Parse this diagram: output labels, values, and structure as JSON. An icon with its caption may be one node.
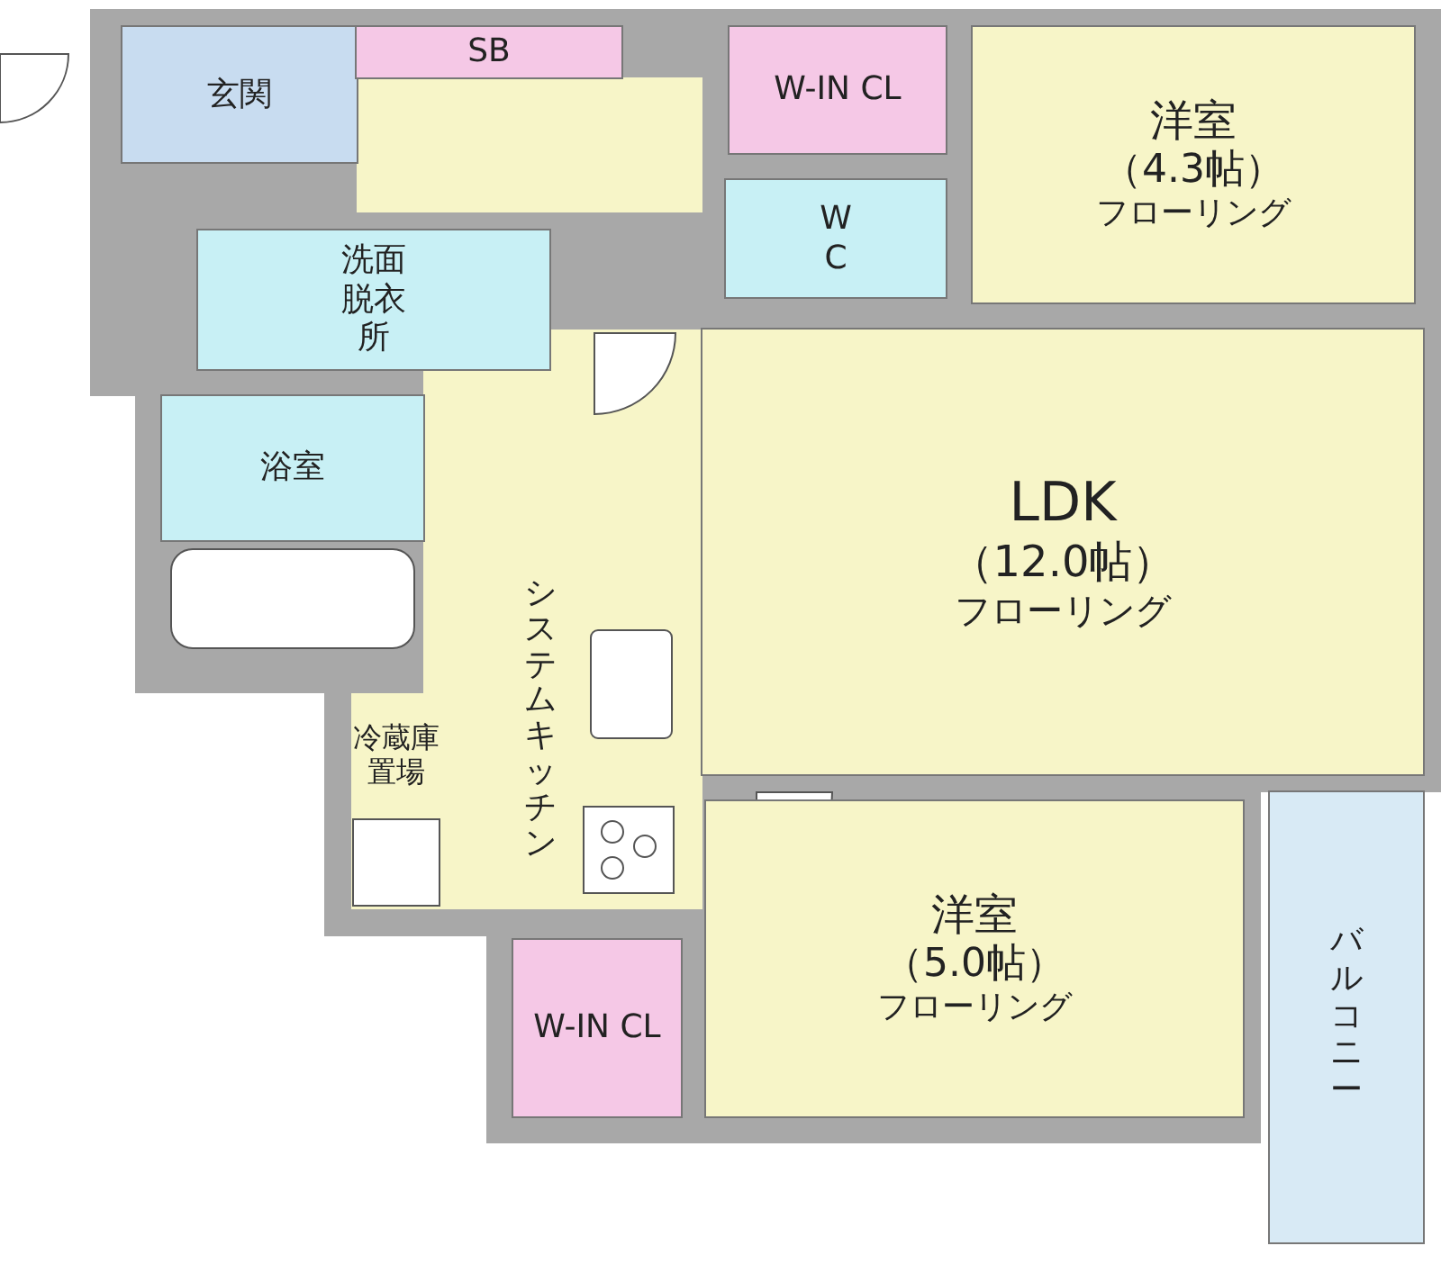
{
  "diagram": {
    "nodes": [
      {
        "text": [
          "玄関"
        ]
      },
      {
        "text": [
          "SB"
        ]
      },
      {
        "text": [
          "W-IN CL"
        ]
      },
      {
        "text": [
          "洋室",
          "（4.3帖）",
          "フローリング"
        ]
      },
      {
        "text": [
          "W C"
        ]
      },
      {
        "text": [
          "洗面脱衣所"
        ]
      },
      {
        "text": [
          "浴室"
        ]
      },
      {
        "text": [
          "LDK",
          "（12.0帖）",
          "フローリング"
        ]
      },
      {
        "text": [
          "洋室",
          "（5.0帖）",
          "フローリング"
        ]
      },
      {
        "text": [
          "W-IN CL"
        ]
      },
      {
        "text": [
          "バルコニー"
        ]
      }
    ],
    "labels": [
      "システムキッチン",
      "冷蔵庫置場"
    ]
  }
}
